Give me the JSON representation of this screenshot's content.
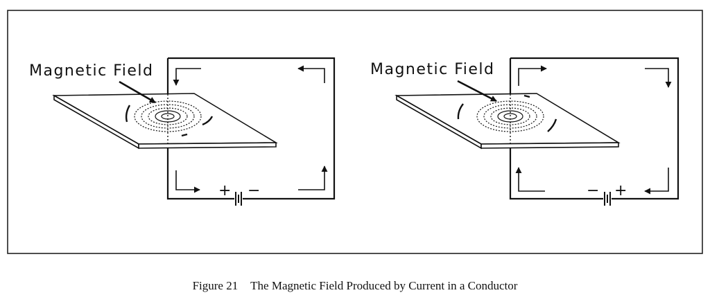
{
  "panels": [
    {
      "label": "Magnetic Field",
      "battery_left_sign": "+",
      "battery_right_sign": "−"
    },
    {
      "label": "Magnetic Field",
      "battery_left_sign": "−",
      "battery_right_sign": "+"
    }
  ],
  "caption": {
    "number": "Figure 21",
    "title": "The Magnetic Field Produced by Current in a Conductor"
  }
}
